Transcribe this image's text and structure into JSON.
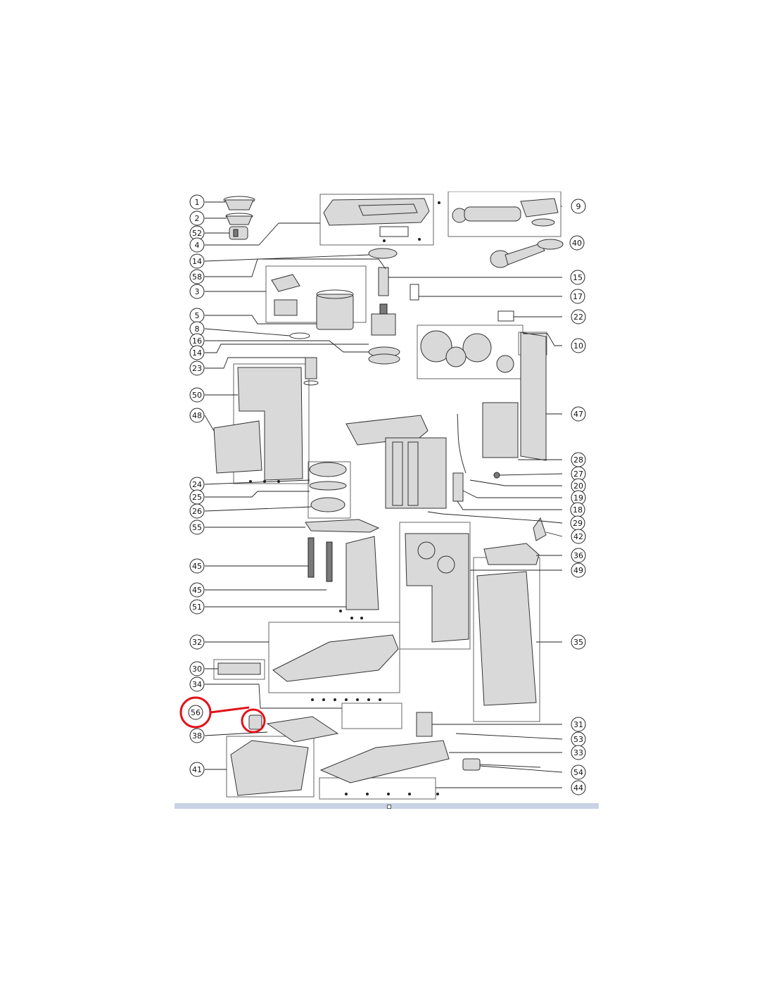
{
  "diagram": {
    "callouts": [
      "1",
      "2",
      "52",
      "4",
      "14",
      "58",
      "3",
      "5",
      "8",
      "16",
      "14",
      "23",
      "50",
      "48",
      "24",
      "25",
      "26",
      "55",
      "45",
      "45",
      "51",
      "32",
      "30",
      "34",
      "56",
      "38",
      "41",
      "9",
      "40",
      "15",
      "17",
      "22",
      "10",
      "47",
      "28",
      "27",
      "20",
      "19",
      "18",
      "29",
      "42",
      "36",
      "49",
      "35",
      "31",
      "53",
      "33",
      "54",
      "44"
    ],
    "highlight_color": "#e0131b",
    "highlighted_part": "56"
  }
}
